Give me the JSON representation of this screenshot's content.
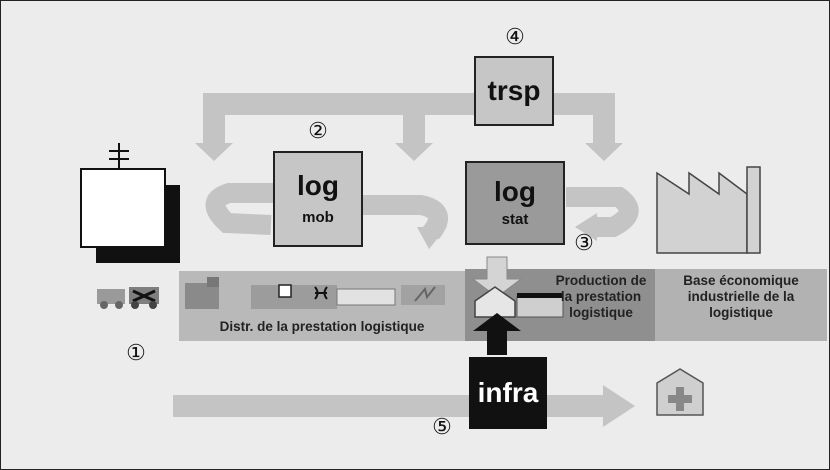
{
  "nodes": {
    "trsp": {
      "label": "trsp",
      "number": "④"
    },
    "log_mob": {
      "label": "log",
      "sub": "mob",
      "number": "②"
    },
    "log_stat": {
      "label": "log",
      "sub": "stat",
      "number": "③"
    },
    "infra": {
      "label": "infra",
      "number": "⑤"
    },
    "vehicles_number": "①"
  },
  "bands": {
    "distribution": "Distr. de la prestation logistique",
    "production": "Production de la prestation logistique",
    "base": "Base économique industrielle de la logistique"
  },
  "colors": {
    "background": "#ececec",
    "arrow": "#c4c4c4",
    "box_light": "#c6c6c6",
    "box_mid": "#9a9a9a",
    "box_dark": "#111111",
    "band": "#b9b9b9",
    "band_dark": "#8f8f8f"
  }
}
